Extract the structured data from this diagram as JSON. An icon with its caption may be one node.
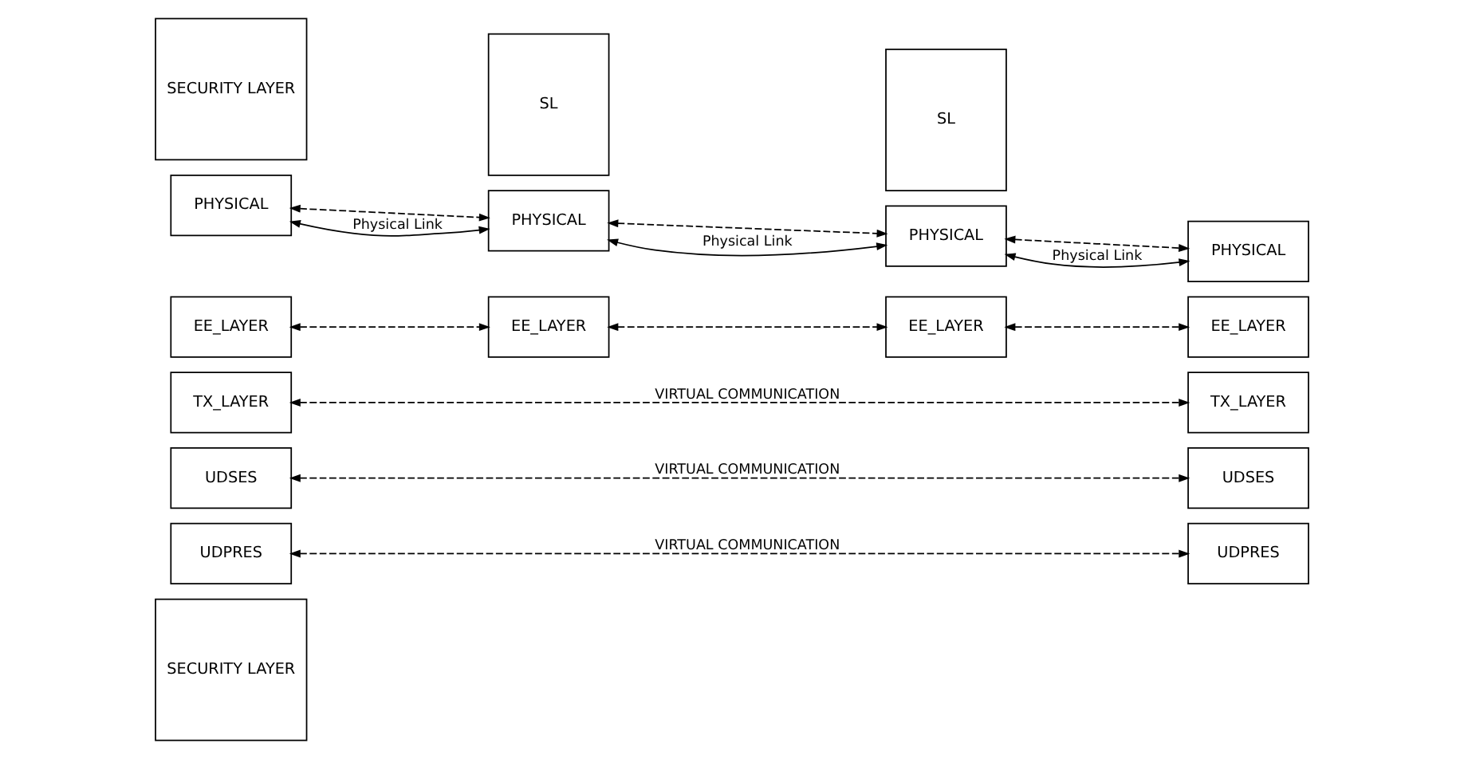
{
  "diagram": {
    "nodes": [
      {
        "text": [
          "SECURITY LAYER"
        ]
      },
      {
        "text": [
          "UDPRES"
        ]
      },
      {
        "text": [
          "UDSES"
        ]
      },
      {
        "text": [
          "TX_LAYER"
        ]
      },
      {
        "text": [
          "EE_LAYER"
        ]
      },
      {
        "text": [
          "PHYSICAL"
        ]
      },
      {
        "text": [
          "SL"
        ]
      },
      {
        "text": [
          "EE_LAYER"
        ]
      },
      {
        "text": [
          "PHYSICAL"
        ]
      },
      {
        "text": [
          "EE_LAYER"
        ]
      },
      {
        "text": [
          "PHYSICAL"
        ]
      },
      {
        "text": [
          "SL"
        ]
      },
      {
        "text": [
          "UDPRES"
        ]
      },
      {
        "text": [
          "UDSES"
        ]
      },
      {
        "text": [
          "TX_LAYER"
        ]
      },
      {
        "text": [
          "EE_LAYER"
        ]
      },
      {
        "text": [
          "PHYSICAL"
        ]
      },
      {
        "text": [
          "SECURITY LAYER"
        ]
      }
    ],
    "edges": [
      {
        "from": 1,
        "to": 12,
        "arrow": "both",
        "style": "dashed",
        "label": "VIRTUAL COMMUNICATION"
      },
      {
        "from": 2,
        "to": 13,
        "arrow": "both",
        "style": "dashed",
        "label": "VIRTUAL COMMUNICATION"
      },
      {
        "from": 3,
        "to": 14,
        "arrow": "both",
        "style": "dashed",
        "label": "VIRTUAL COMMUNICATION"
      },
      {
        "from": 4,
        "to": 7,
        "arrow": "both",
        "style": "dashed"
      },
      {
        "from": 5,
        "to": 8,
        "arrow": "both",
        "style": "dashed"
      },
      {
        "from": 7,
        "to": 9,
        "arrow": "both",
        "style": "dashed"
      },
      {
        "from": 8,
        "to": 10,
        "arrow": "both",
        "style": "dashed"
      },
      {
        "from": 9,
        "to": 15,
        "arrow": "both",
        "style": "dashed"
      },
      {
        "from": 10,
        "to": 16,
        "arrow": "both",
        "style": "dashed"
      },
      {
        "from": 5,
        "to": 8,
        "arrow": "both",
        "label": "Physical Link"
      },
      {
        "from": 8,
        "to": 10,
        "arrow": "both",
        "label": "Physical Link"
      },
      {
        "from": 10,
        "to": 16,
        "arrow": "both",
        "label": "Physical Link"
      }
    ]
  }
}
